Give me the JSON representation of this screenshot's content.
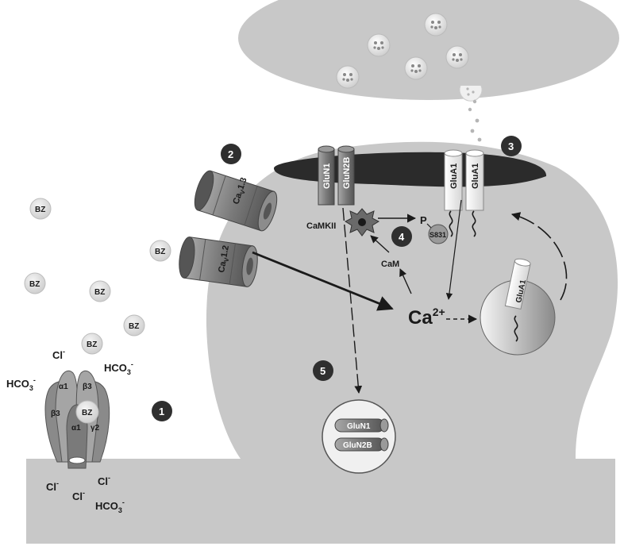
{
  "labels": {
    "bz": "BZ",
    "cl": "Cl",
    "hco3": "HCO",
    "sub3": "3",
    "minus": "-",
    "alpha1": "α1",
    "beta3": "β3",
    "gamma2": "γ2",
    "cav13_prefix": "Ca",
    "cav13_sub": "V",
    "cav13_suffix": "1.3",
    "cav12_suffix": "1.2",
    "glun1": "GluN1",
    "glun2b": "GluN2B",
    "glua1": "GluA1",
    "camkii": "CaMKII",
    "cam": "CaM",
    "p": "P",
    "s831": "S831",
    "ca": "Ca",
    "ca_charge": "2+"
  },
  "markers": {
    "m1": "1",
    "m2": "2",
    "m3": "3",
    "m4": "4",
    "m5": "5"
  },
  "colors": {
    "membrane": "#c8c8c8",
    "psd": "#2b2b2b",
    "channel": "#6e6e6e",
    "marker": "#2f2f2f",
    "bz_fill": "#e6e6e6"
  }
}
